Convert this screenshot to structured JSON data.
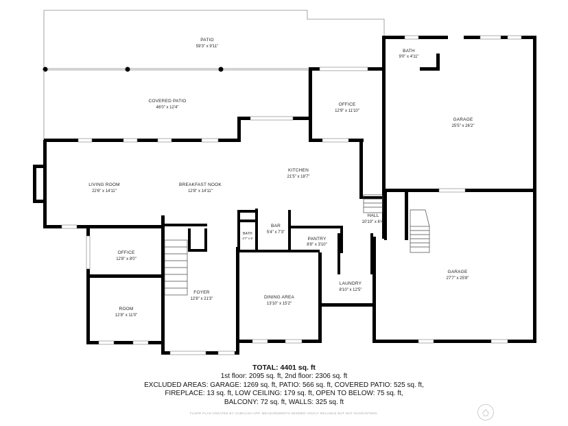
{
  "colors": {
    "wall": "#000000",
    "text": "#222222",
    "muted": "#aaaaaa"
  },
  "rooms": {
    "patio": {
      "name": "PATIO",
      "dim": "59'3\" x 9'11\""
    },
    "covered_patio": {
      "name": "COVERED PATIO",
      "dim": "46'0\" x 12'4\""
    },
    "bath_top": {
      "name": "BATH",
      "dim": "9'0\" x 4'11\""
    },
    "office_top": {
      "name": "OFFICE",
      "dim": "12'9\" x 11'10\""
    },
    "garage_top": {
      "name": "GARAGE",
      "dim": "25'5\" x 26'2\""
    },
    "living_room": {
      "name": "LIVING ROOM",
      "dim": "22'6\" x 14'11\""
    },
    "breakfast_nook": {
      "name": "BREAKFAST NOOK",
      "dim": "12'8\" x 14'11\""
    },
    "kitchen": {
      "name": "KITCHEN",
      "dim": "21'5\" x 18'7\""
    },
    "hall": {
      "name": "HALL",
      "dim": "10'10\" x 6'4\""
    },
    "bar": {
      "name": "BAR",
      "dim": "5'4\" x 7'3\""
    },
    "bath_small": {
      "name": "BATH",
      "dim": "4'7\" x 5'"
    },
    "pantry": {
      "name": "PANTRY",
      "dim": "8'8\" x 3'10\""
    },
    "office_left": {
      "name": "OFFICE",
      "dim": "12'8\" x 8'0\""
    },
    "room": {
      "name": "ROOM",
      "dim": "12'8\" x 11'0\""
    },
    "foyer": {
      "name": "FOYER",
      "dim": "12'8\" x 21'3\""
    },
    "dining_area": {
      "name": "DINING AREA",
      "dim": "13'10\" x 15'2\""
    },
    "laundry": {
      "name": "LAUNDRY",
      "dim": "8'10\" x 12'5\""
    },
    "garage_bottom": {
      "name": "GARAGE",
      "dim": "27'7\" x 25'8\""
    }
  },
  "summary": {
    "total": "TOTAL: 4401 sq. ft",
    "lines": [
      "1st floor: 2095 sq. ft, 2nd floor: 2306 sq. ft",
      "EXCLUDED AREAS: GARAGE: 1269 sq. ft, PATIO: 566 sq. ft, COVERED PATIO: 525 sq. ft,",
      "FIREPLACE: 13 sq. ft, LOW CEILING: 179 sq. ft, OPEN TO BELOW: 75 sq. ft,",
      "BALCONY: 72 sq. ft, WALLS: 325 sq. ft"
    ]
  },
  "credit": "FLOOR PLAN CREATED BY CUBICASA APP. MEASUREMENTS DEEMED HIGHLY RELIABLE BUT NOT GUARANTEED."
}
